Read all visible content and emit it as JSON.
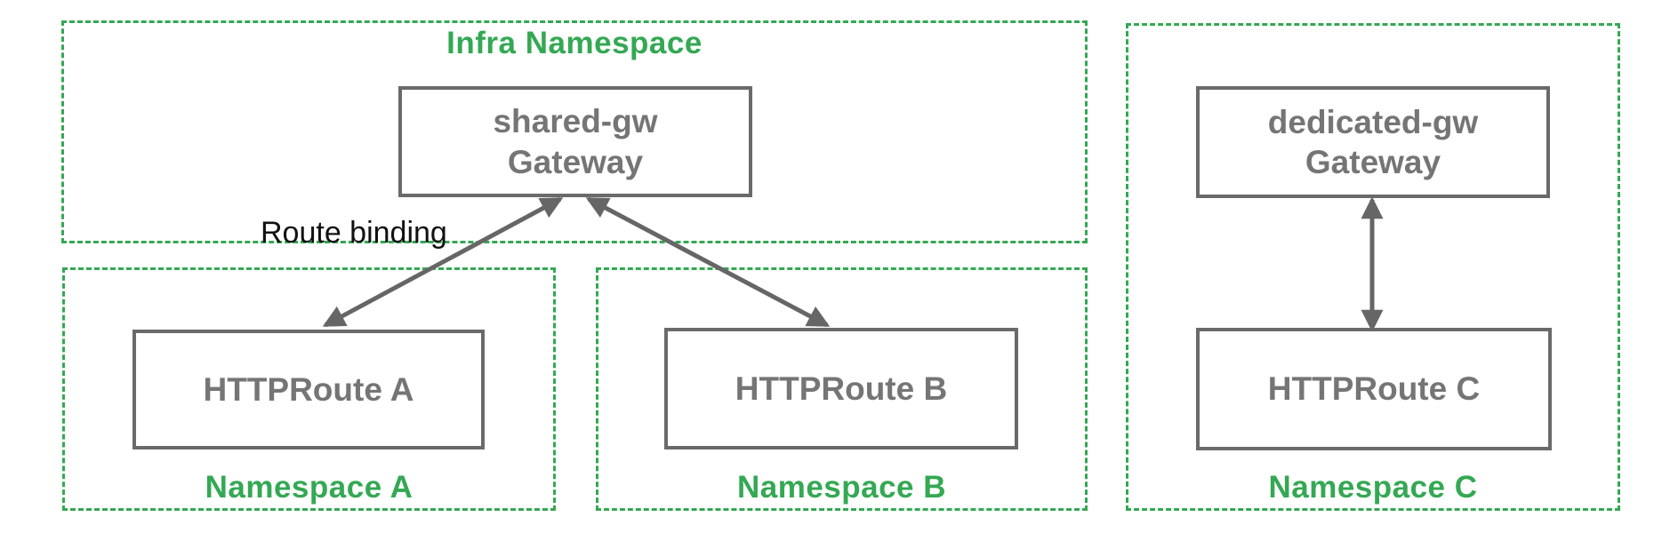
{
  "colors": {
    "green": "#34A853",
    "box_border": "#6A6A6A",
    "box_text": "#757575",
    "arrow": "#666666",
    "annotation_text": "#111111"
  },
  "namespaces": {
    "infra": {
      "label": "Infra Namespace"
    },
    "a": {
      "label": "Namespace A"
    },
    "b": {
      "label": "Namespace B"
    },
    "c": {
      "label": "Namespace C"
    }
  },
  "nodes": {
    "shared_gw": {
      "name": "shared-gw",
      "kind": "Gateway"
    },
    "http_route_a": {
      "name": "HTTPRoute A"
    },
    "http_route_b": {
      "name": "HTTPRoute B"
    },
    "dedicated_gw": {
      "name": "dedicated-gw",
      "kind": "Gateway"
    },
    "http_route_c": {
      "name": "HTTPRoute C"
    }
  },
  "annotations": {
    "route_binding": "Route binding"
  }
}
